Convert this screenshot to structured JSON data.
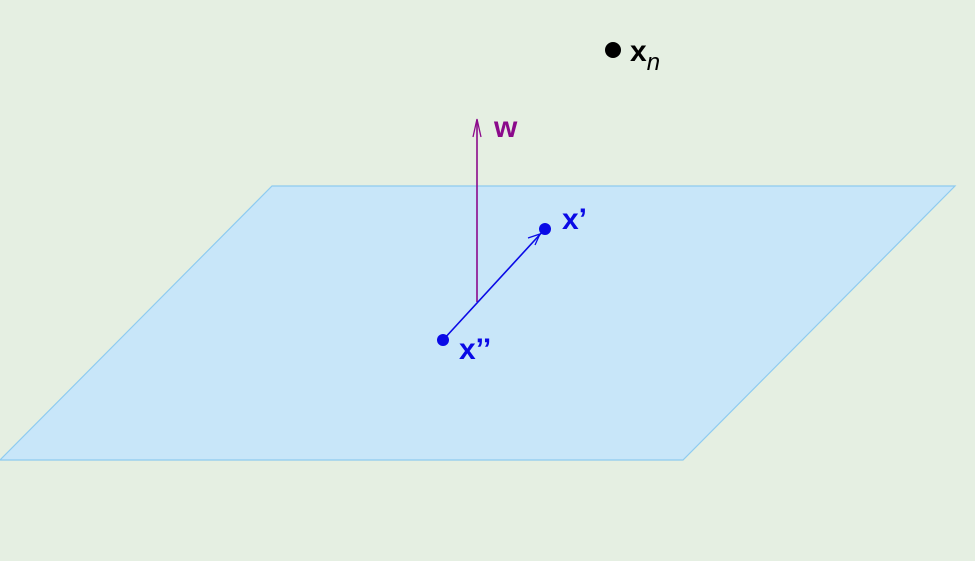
{
  "colors": {
    "background": "#e5efe2",
    "plane_fill": "#c8e6f9",
    "plane_stroke": "#8ecbf0",
    "normal_vector": "#8b0a8b",
    "in_plane_vector": "#0a0ae6",
    "external_point": "#000000"
  },
  "labels": {
    "xn_main": "x",
    "xn_sub": "n",
    "w": "w",
    "x_prime": "x’",
    "x_double_prime": "x’’"
  }
}
